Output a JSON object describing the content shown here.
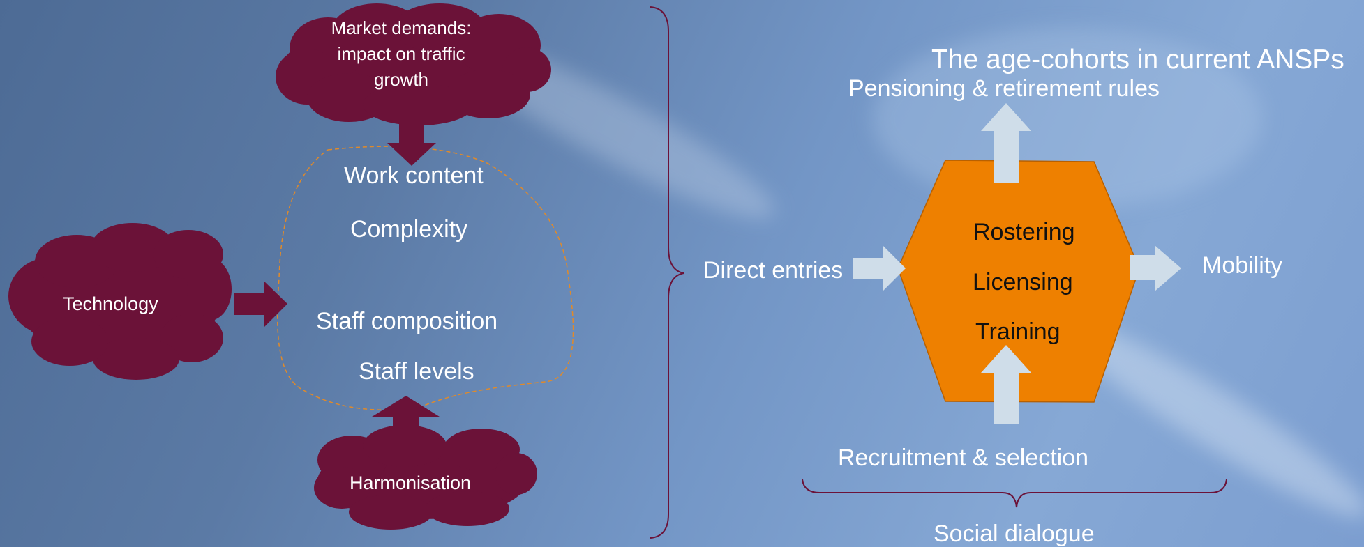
{
  "left": {
    "market_cloud": "Market demands: impact on traffic growth",
    "technology_cloud": "Technology",
    "harmonisation_cloud": "Harmonisation",
    "factors": [
      "Work content",
      "Complexity",
      "Staff composition",
      "Staff levels"
    ]
  },
  "right": {
    "title": "The age-cohorts in current ANSPs",
    "top_label": "Pensioning & retirement rules",
    "left_label": "Direct entries",
    "right_label": "Mobility",
    "bottom_label": "Recruitment & selection",
    "hexagon_items": [
      "Rostering",
      "Licensing",
      "Training"
    ],
    "brace_label": "Social dialogue"
  },
  "colors": {
    "cloud": "#6b1238",
    "hexagon": "#ee8000",
    "arrow_light": "#cfdde9",
    "dashed_outline": "#e08a2a"
  }
}
